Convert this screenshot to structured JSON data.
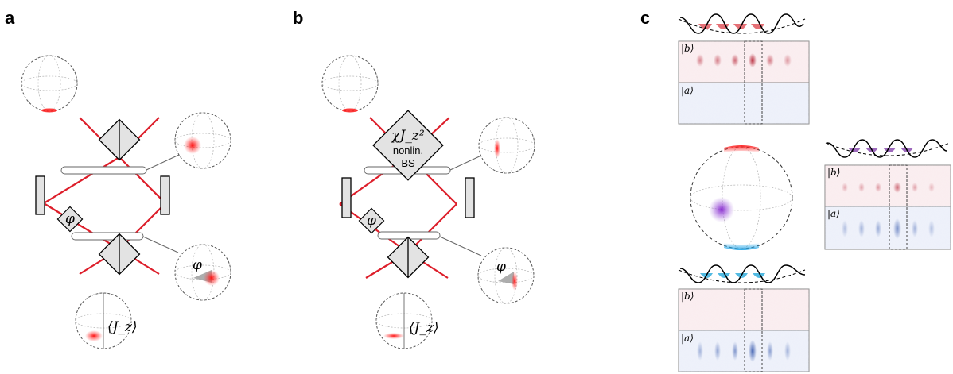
{
  "panels": {
    "a": {
      "label": "a",
      "phase_symbol": "φ",
      "readout": "⟨J_z⟩"
    },
    "b": {
      "label": "b",
      "phase_symbol": "φ",
      "readout": "⟨J_z⟩",
      "nonlinear_bs": {
        "operator": "χJ_z²",
        "line1": "nonlin.",
        "line2": "BS"
      }
    },
    "c": {
      "label": "c",
      "kets": {
        "b": "|b⟩",
        "a": "|a⟩"
      },
      "well_colors": {
        "red": "#e0575e",
        "purple": "#8c4fb0",
        "blue": "#3fb3df"
      }
    }
  },
  "colors": {
    "beam": "#dd1e2a",
    "state_red": "#ff1a1a",
    "element_fill": "#e3e3e3",
    "image_b": "#b2182b",
    "image_a": "#2b4fa8",
    "image_purple": "#7a2fb8"
  }
}
